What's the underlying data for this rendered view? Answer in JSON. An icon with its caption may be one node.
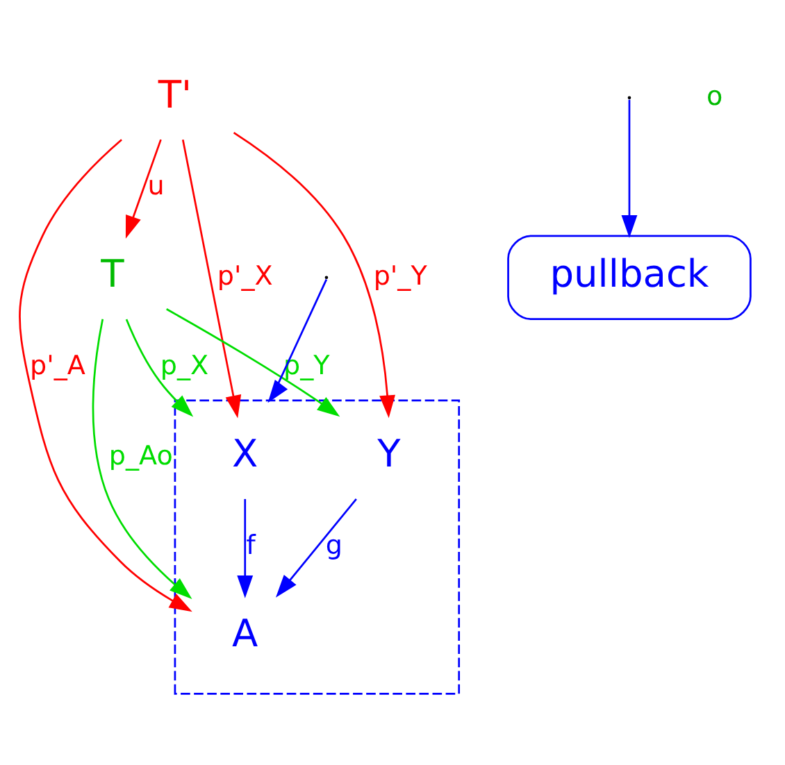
{
  "diagram": {
    "nodes": [
      {
        "text": [
          "T'"
        ]
      },
      {
        "text": [],
        "shape": "box"
      },
      {
        "text": [
          "X"
        ],
        "in": 1
      },
      {
        "text": [
          "Y"
        ],
        "in": 1
      },
      {
        "text": [
          "A"
        ],
        "in": 1
      },
      {
        "text": [
          "T"
        ]
      },
      {
        "text": [
          "pullback"
        ]
      }
    ],
    "edges": [
      {
        "from": null,
        "to": 1,
        "arrow": "to",
        "color": "#0000ff"
      },
      {
        "from": 0,
        "to": 2,
        "arrow": "to",
        "label": "p'_X",
        "color": "#ff0000"
      },
      {
        "from": 0,
        "to": 4,
        "arrow": "to",
        "label": "p'_A",
        "color": "#ff0000"
      },
      {
        "from": 0,
        "to": 3,
        "arrow": "to",
        "label": "p'_Y",
        "color": "#ff0000"
      },
      {
        "from": 0,
        "to": 5,
        "arrow": "to",
        "label": "u",
        "color": "#ff0000"
      },
      {
        "from": 2,
        "to": 4,
        "arrow": "to",
        "label": "f",
        "color": "#0000ff"
      },
      {
        "from": 3,
        "to": 4,
        "arrow": "to",
        "label": "g",
        "color": "#0000ff"
      },
      {
        "from": 5,
        "to": 2,
        "arrow": "to",
        "label": "p_X",
        "color": "#00dd00"
      },
      {
        "from": 5,
        "to": 4,
        "arrow": "to",
        "label": "p_Ao",
        "color": "#00dd00"
      },
      {
        "from": 5,
        "to": 3,
        "arrow": "to",
        "label": "p_Y",
        "color": "#00dd00"
      },
      {
        "from": null,
        "to": 6,
        "arrow": "to",
        "color": "#0000ff"
      }
    ],
    "labels": [
      "o"
    ]
  }
}
